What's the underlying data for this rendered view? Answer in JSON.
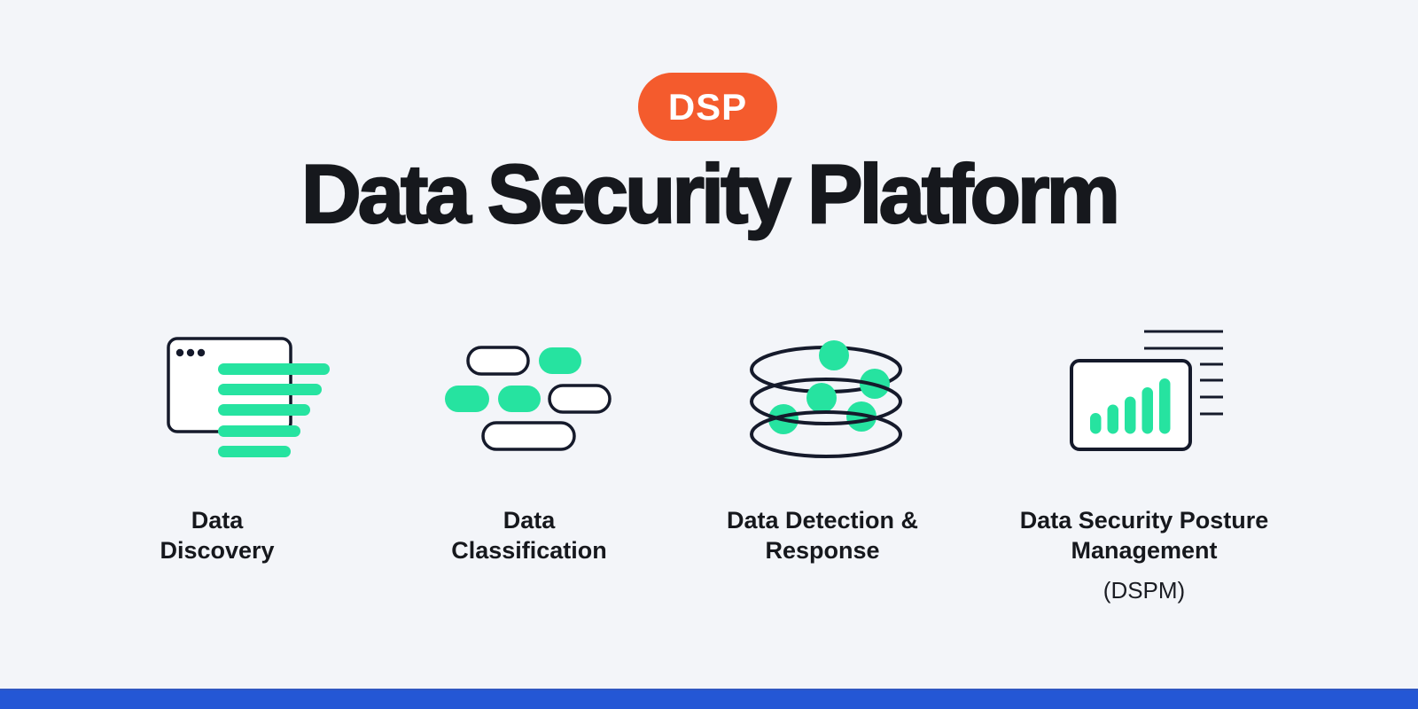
{
  "page": {
    "background_color": "#f3f5f9",
    "bottom_bar_color": "#2457d5"
  },
  "badge": {
    "label": "DSP",
    "background_color": "#f45b2d",
    "text_color": "#ffffff"
  },
  "title": {
    "text": "Data Security Platform",
    "color": "#16181d"
  },
  "columns": [
    {
      "id": "data-discovery",
      "icon": "browser-window-list-icon",
      "label_lines": [
        "Data",
        "Discovery"
      ]
    },
    {
      "id": "data-classification",
      "icon": "tag-pills-icon",
      "label_lines": [
        "Data",
        "Classification"
      ]
    },
    {
      "id": "data-detection-response",
      "icon": "database-rings-icon",
      "label_lines": [
        "Data Detection &",
        "Response"
      ]
    },
    {
      "id": "data-security-posture-management",
      "icon": "bar-chart-report-icon",
      "label_lines": [
        "Data Security Posture",
        "Management"
      ],
      "sub_label": "(DSPM)"
    }
  ],
  "colors": {
    "green_accent": "#26e3a0",
    "ink_outline": "#151a2b",
    "orange_badge": "#f45b2d",
    "blue_bar": "#2457d5"
  }
}
